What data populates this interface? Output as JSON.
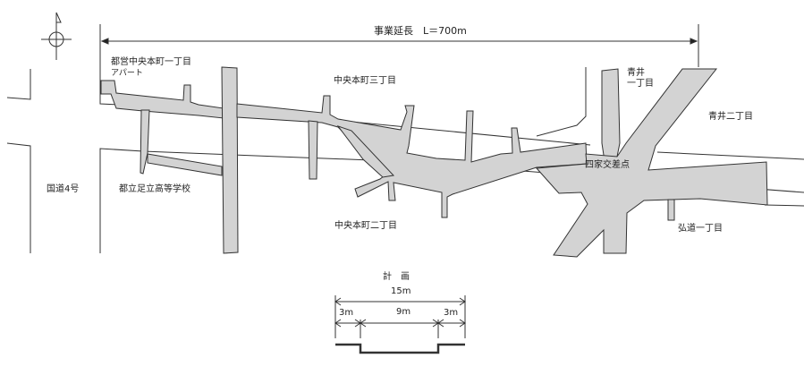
{
  "title": "事業延長　L＝700m",
  "compass": {
    "icon": "north-arrow-icon"
  },
  "labels": {
    "apartment_line1": "都営中央本町一丁目",
    "apartment_line2": "アパート",
    "chuo_3": "中央本町三丁目",
    "aoi_1_line1": "青井",
    "aoi_1_line2": "一丁目",
    "aoi_2": "青井二丁目",
    "route4": "国道4号",
    "high_school": "都立足立高等学校",
    "yotsuya_intersection": "四家交差点",
    "chuo_2": "中央本町二丁目",
    "kodo_1": "弘道一丁目"
  },
  "cross_section": {
    "title": "計　画",
    "total_width": "15m",
    "left_sidewalk": "3m",
    "carriageway": "9m",
    "right_sidewalk": "3m"
  },
  "colors": {
    "road_fill": "#d3d3d3",
    "line": "#333333"
  }
}
